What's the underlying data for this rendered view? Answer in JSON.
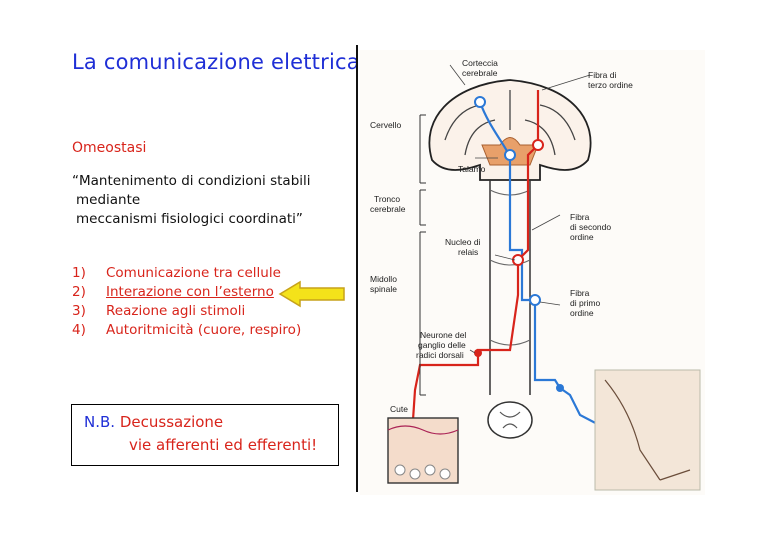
{
  "title": "La comunicazione elettrica",
  "subtitle": "Omeostasi",
  "quote": {
    "line1": "“Mantenimento di condizioni stabili",
    "line2": "mediante",
    "line3": "meccanismi fisiologici coordinati”"
  },
  "list": [
    {
      "num": "1)",
      "text": "Comunicazione tra cellule"
    },
    {
      "num": "2)",
      "text": "Interazione con l’esterno"
    },
    {
      "num": "3)",
      "text": "Reazione agli stimoli"
    },
    {
      "num": "4)",
      "text": "Autoritmicità (cuore, respiro)"
    }
  ],
  "note": {
    "label": "N.B.",
    "line1": "Decussazione",
    "line2": "vie afferenti ed efferenti!"
  },
  "figure_labels": {
    "corteccia": "Corteccia",
    "cerebrale": "cerebrale",
    "fibra_terzo_1": "Fibra di",
    "fibra_terzo_2": "terzo ordine",
    "cervello": "Cervello",
    "talamo": "Talamo",
    "tronco_1": "Tronco",
    "tronco_2": "cerebrale",
    "fibra_sec_1": "Fibra",
    "fibra_sec_2": "di secondo",
    "fibra_sec_3": "ordine",
    "nucleo_1": "Nucleo di",
    "nucleo_2": "relais",
    "midollo_1": "Midollo",
    "midollo_2": "spinale",
    "fibra_pri_1": "Fibra",
    "fibra_pri_2": "di primo",
    "fibra_pri_3": "ordine",
    "neurone_1": "Neurone del",
    "neurone_2": "ganglio delle",
    "neurone_3": "radici dorsali",
    "cute": "Cute"
  },
  "colors": {
    "title": "#1f2fd6",
    "accent_red": "#d8241b",
    "arrow_fill": "#f4e21a",
    "arrow_stroke": "#c7a21a",
    "pathway_red": "#d8241b",
    "pathway_blue": "#2b78d6"
  }
}
